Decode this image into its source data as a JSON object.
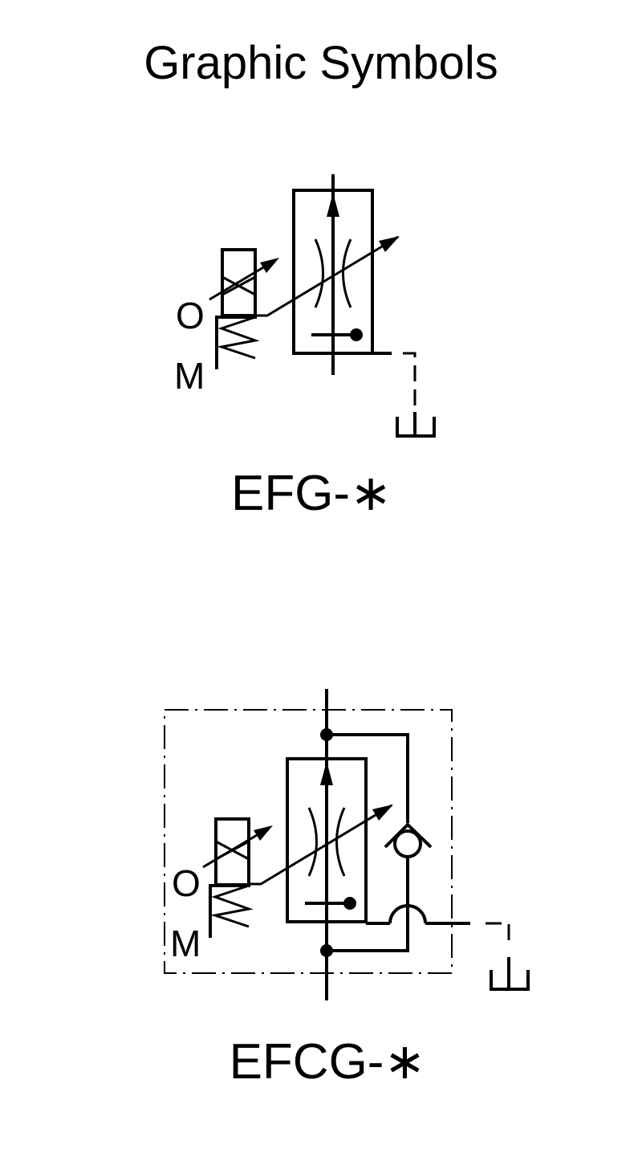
{
  "title": "Graphic Symbols",
  "symbols": [
    {
      "label": "EFG-∗",
      "port_o": "O",
      "port_m": "M"
    },
    {
      "label": "EFCG-∗",
      "port_o": "O",
      "port_m": "M"
    }
  ]
}
